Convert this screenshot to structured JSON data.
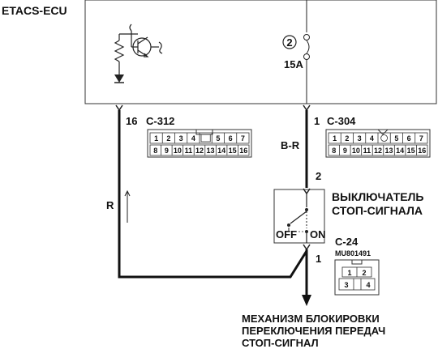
{
  "diagram": {
    "ecu_label": "ETACS-ECU",
    "fuse_number": "2",
    "fuse_rating": "15A",
    "left_terminal": "16",
    "left_connector": "C-312",
    "right_terminal": "1",
    "right_connector": "C-304",
    "wire_left_color": "R",
    "wire_right_color": "B-R",
    "switch_pin_top": "2",
    "switch_pin_bottom": "1",
    "switch_label_line1": "ВЫКЛЮЧАТЕЛЬ",
    "switch_label_line2": "СТОП-СИГНАЛА",
    "switch_off": "OFF",
    "switch_on": "ON",
    "switch_connector": "C-24",
    "switch_part_no": "MU801491",
    "destination_line1": "МЕХАНИЗМ БЛОКИРОВКИ",
    "destination_line2": "ПЕРЕКЛЮЧЕНИЯ ПЕРЕДАЧ",
    "destination_line3": "СТОП-СИГНАЛ",
    "connector_c312_pins_row1": [
      "1",
      "2",
      "3",
      "4",
      "",
      "5",
      "6",
      "7"
    ],
    "connector_c312_pins_row2": [
      "8",
      "9",
      "10",
      "11",
      "12",
      "13",
      "14",
      "15",
      "16"
    ],
    "connector_c304_pins_row1": [
      "1",
      "2",
      "3",
      "4",
      "",
      "5",
      "6",
      "7"
    ],
    "connector_c304_pins_row2": [
      "8",
      "9",
      "10",
      "11",
      "12",
      "13",
      "14",
      "15",
      "16"
    ],
    "connector_c24_pins": [
      "1",
      "2",
      "3",
      "4"
    ]
  }
}
